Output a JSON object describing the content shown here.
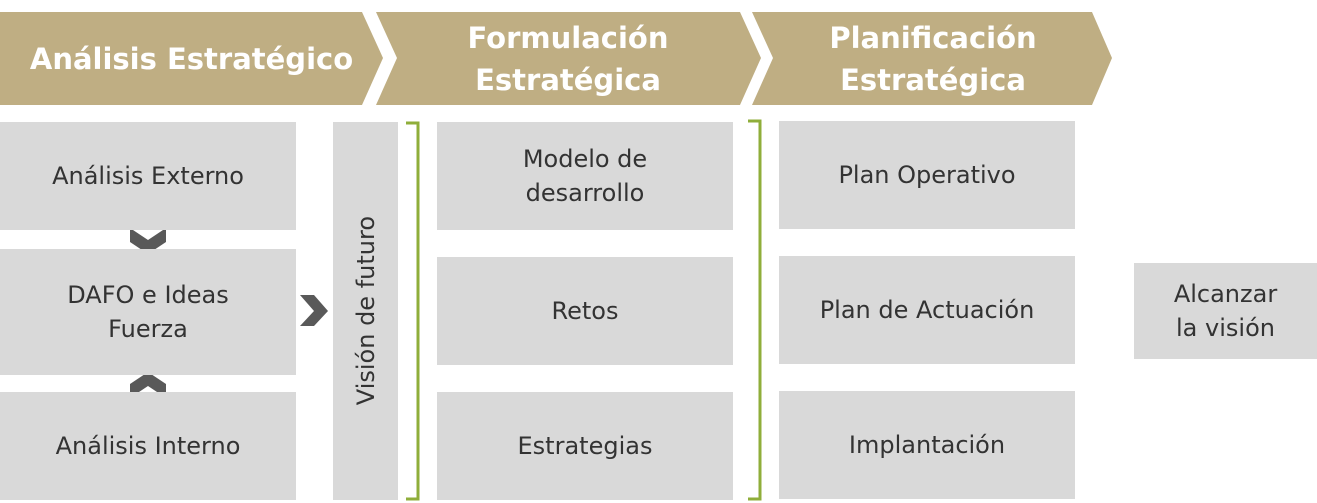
{
  "colors": {
    "header": "#bfae83",
    "box": "#d9d9d9",
    "bracket": "#8fae3a",
    "arrow": "#595959"
  },
  "stages": [
    {
      "title": "Análisis Estratégico",
      "items": [
        "Análisis Externo",
        "DAFO e Ideas Fuerza",
        "Análisis Interno"
      ]
    },
    {
      "title": "Formulación Estratégica",
      "items": [
        "Modelo de desarrollo",
        "Retos",
        "Estrategias"
      ]
    },
    {
      "title": "Planificación Estratégica",
      "items": [
        "Plan Operativo",
        "Plan de Actuación",
        "Implantación"
      ]
    }
  ],
  "vision": "Visión de futuro",
  "goal": "Alcanzar la visión"
}
